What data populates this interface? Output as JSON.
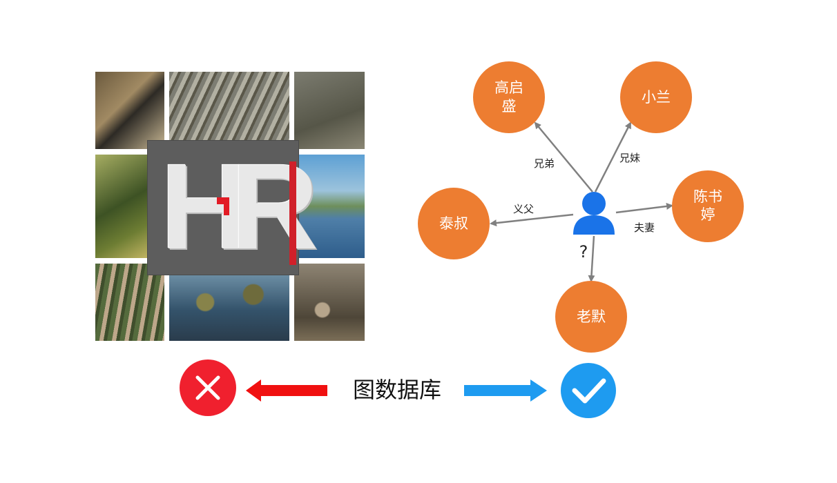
{
  "collage": {
    "logo_letters": [
      "H",
      "R"
    ]
  },
  "graph": {
    "center_question": "?",
    "nodes": [
      {
        "id": "gao",
        "label_lines": [
          "高启",
          "盛"
        ]
      },
      {
        "id": "xiaolan",
        "label_lines": [
          "小兰"
        ]
      },
      {
        "id": "chen",
        "label_lines": [
          "陈书",
          "婷"
        ]
      },
      {
        "id": "tai",
        "label_lines": [
          "泰叔"
        ]
      },
      {
        "id": "laomo",
        "label_lines": [
          "老默"
        ]
      }
    ],
    "edges": [
      {
        "to": "gao",
        "label": "兄弟"
      },
      {
        "to": "xiaolan",
        "label": "兄妹"
      },
      {
        "to": "chen",
        "label": "夫妻"
      },
      {
        "to": "tai",
        "label": "义父"
      },
      {
        "to": "laomo",
        "label": ""
      }
    ]
  },
  "bottom": {
    "database_label": "图数据库"
  },
  "colors": {
    "node": "#ed7d31",
    "node_text": "#ffffff",
    "edge": "#808080",
    "person_icon": "#1a73e8",
    "wrong": "#f0202e",
    "right": "#1e9bf0",
    "left_arrow": "#f01010",
    "right_arrow": "#1e9bf0"
  }
}
